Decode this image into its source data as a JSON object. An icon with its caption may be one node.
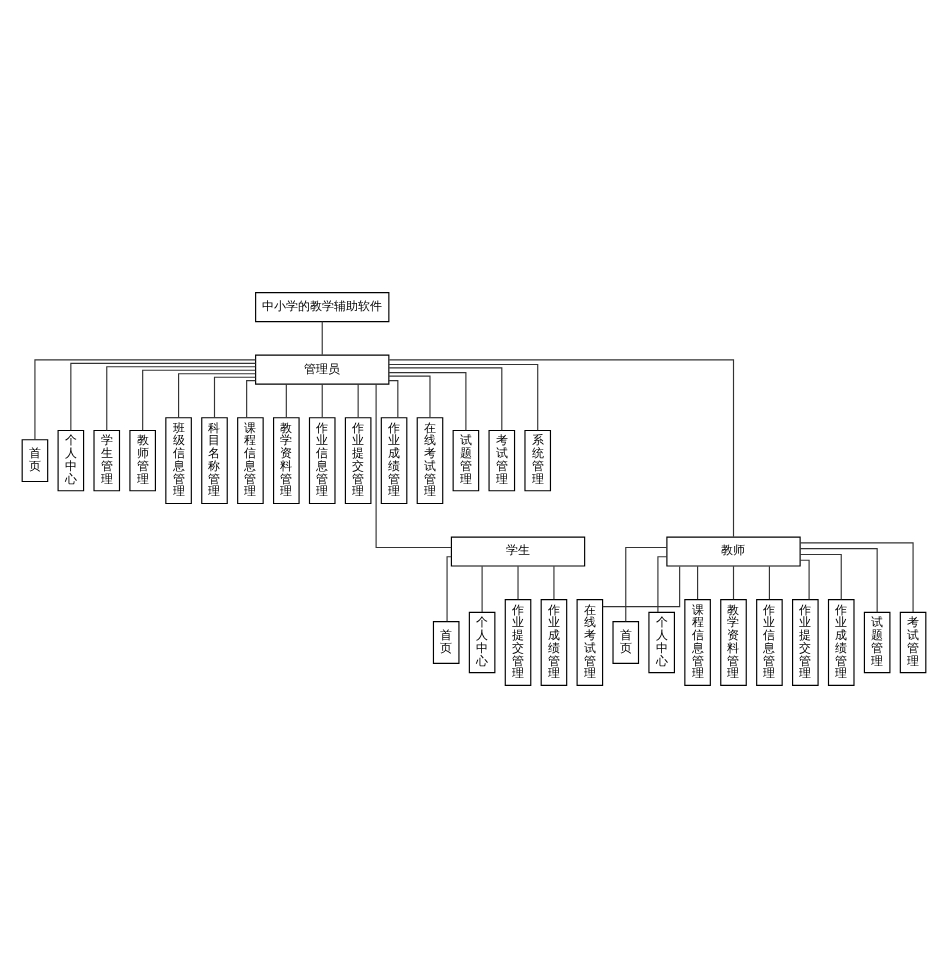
{
  "diagram": {
    "nodes": [
      {
        "text": [
          "中小学的教学辅助软件"
        ]
      },
      {
        "text": [
          "管理员"
        ]
      },
      {
        "text": [
          "首页"
        ]
      },
      {
        "text": [
          "个人中心"
        ]
      },
      {
        "text": [
          "学生管理"
        ]
      },
      {
        "text": [
          "教师管理"
        ]
      },
      {
        "text": [
          "班级信息管理"
        ]
      },
      {
        "text": [
          "科目名称管理"
        ]
      },
      {
        "text": [
          "课程信息管理"
        ]
      },
      {
        "text": [
          "教学资料管理"
        ]
      },
      {
        "text": [
          "作业信息管理"
        ]
      },
      {
        "text": [
          "作业提交管理"
        ]
      },
      {
        "text": [
          "作业成绩管理"
        ]
      },
      {
        "text": [
          "在线考试管理"
        ]
      },
      {
        "text": [
          "试题管理"
        ]
      },
      {
        "text": [
          "考试管理"
        ]
      },
      {
        "text": [
          "系统管理"
        ]
      },
      {
        "text": [
          "学生"
        ]
      },
      {
        "text": [
          "教师"
        ]
      },
      {
        "text": [
          "首页"
        ]
      },
      {
        "text": [
          "个人中心"
        ]
      },
      {
        "text": [
          "作业提交管理"
        ]
      },
      {
        "text": [
          "作业成绩管理"
        ]
      },
      {
        "text": [
          "在线考试管理"
        ]
      },
      {
        "text": [
          "首页"
        ]
      },
      {
        "text": [
          "个人中心"
        ]
      },
      {
        "text": [
          "课程信息管理"
        ]
      },
      {
        "text": [
          "教学资料管理"
        ]
      },
      {
        "text": [
          "作业信息管理"
        ]
      },
      {
        "text": [
          "作业提交管理"
        ]
      },
      {
        "text": [
          "作业成绩管理"
        ]
      },
      {
        "text": [
          "试题管理"
        ]
      },
      {
        "text": [
          "考试管理"
        ]
      }
    ],
    "edges": [
      {
        "from": 0,
        "to": 1,
        "arrow": "none"
      },
      {
        "from": 1,
        "to": 2,
        "arrow": "none"
      },
      {
        "from": 1,
        "to": 3,
        "arrow": "none"
      },
      {
        "from": 1,
        "to": 4,
        "arrow": "none"
      },
      {
        "from": 1,
        "to": 5,
        "arrow": "none"
      },
      {
        "from": 1,
        "to": 6,
        "arrow": "none"
      },
      {
        "from": 1,
        "to": 7,
        "arrow": "none"
      },
      {
        "from": 1,
        "to": 8,
        "arrow": "none"
      },
      {
        "from": 1,
        "to": 9,
        "arrow": "none"
      },
      {
        "from": 1,
        "to": 10,
        "arrow": "none"
      },
      {
        "from": 1,
        "to": 11,
        "arrow": "none"
      },
      {
        "from": 1,
        "to": 12,
        "arrow": "none"
      },
      {
        "from": 1,
        "to": 13,
        "arrow": "none"
      },
      {
        "from": 1,
        "to": 14,
        "arrow": "none"
      },
      {
        "from": 1,
        "to": 15,
        "arrow": "none"
      },
      {
        "from": 1,
        "to": 16,
        "arrow": "none"
      },
      {
        "from": 1,
        "to": 17,
        "arrow": "none"
      },
      {
        "from": 1,
        "to": 18,
        "arrow": "none"
      },
      {
        "from": 17,
        "to": 19,
        "arrow": "none"
      },
      {
        "from": 17,
        "to": 20,
        "arrow": "none"
      },
      {
        "from": 17,
        "to": 21,
        "arrow": "none"
      },
      {
        "from": 17,
        "to": 22,
        "arrow": "none"
      },
      {
        "from": 18,
        "to": 23,
        "arrow": "none"
      },
      {
        "from": 18,
        "to": 24,
        "arrow": "none"
      },
      {
        "from": 18,
        "to": 25,
        "arrow": "none"
      },
      {
        "from": 18,
        "to": 26,
        "arrow": "none"
      },
      {
        "from": 18,
        "to": 27,
        "arrow": "none"
      },
      {
        "from": 18,
        "to": 28,
        "arrow": "none"
      },
      {
        "from": 18,
        "to": 29,
        "arrow": "none"
      },
      {
        "from": 18,
        "to": 30,
        "arrow": "none"
      },
      {
        "from": 18,
        "to": 31,
        "arrow": "none"
      },
      {
        "from": 18,
        "to": 32,
        "arrow": "none"
      }
    ]
  }
}
